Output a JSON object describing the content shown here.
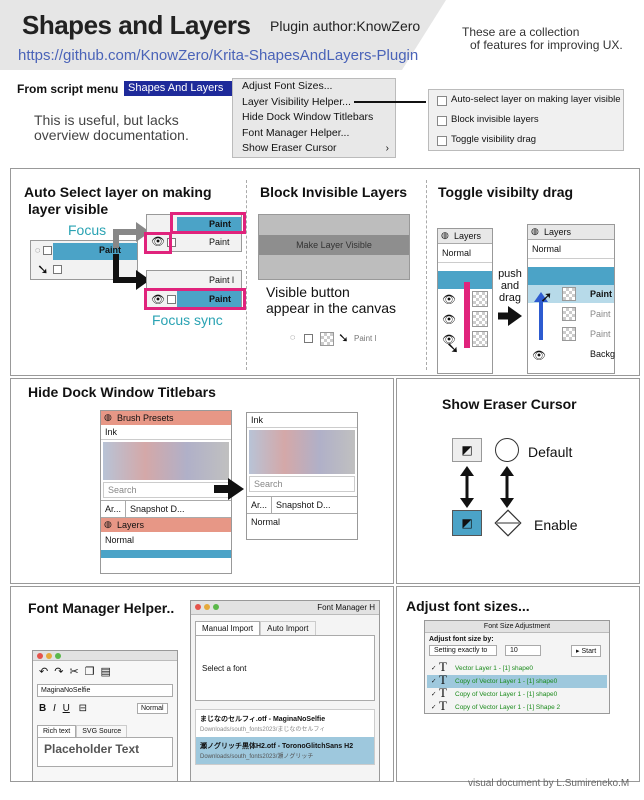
{
  "header": {
    "title": "Shapes and Layers",
    "author": "Plugin author:KnowZero",
    "url": "https://github.com/KnowZero/Krita-ShapesAndLayers-Plugin",
    "tagline_line1": "These are a collection",
    "tagline_line2": "of features for improving UX."
  },
  "menu": {
    "label": "From script menu",
    "button": "Shapes And Layers",
    "items": [
      "Adjust Font Sizes...",
      "Layer Visibility Helper...",
      "Hide Dock Window Titlebars",
      "Font Manager Helper...",
      "Show Eraser Cursor"
    ],
    "submenu": [
      "Auto-select layer on making layer visible",
      "Block invisible layers",
      "Toggle visibility drag"
    ],
    "note_line1": "This is useful, but lacks",
    "note_line2": "overview documentation."
  },
  "auto_select": {
    "title_line1": "Auto Select layer on making",
    "title_line2": "layer  visible",
    "focus": "Focus",
    "focus_sync": "Focus sync",
    "paint": "Paint",
    "paint_l": "Paint l"
  },
  "block": {
    "title": "Block Invisible Layers",
    "button": "Make Layer Visible",
    "caption_line1": "Visible button",
    "caption_line2": "appear  in  the canvas",
    "paint": "Paint l"
  },
  "toggle": {
    "title": "Toggle visibilty drag",
    "layers": "Layers",
    "normal": "Normal",
    "push_line1": "push",
    "push_line2": "and",
    "push_line3": "drag",
    "paint": "Paint",
    "backg": "Backg"
  },
  "hide_dock": {
    "title": "Hide Dock Window Titlebars",
    "brush_presets": "Brush Presets",
    "ink": "Ink",
    "search": "Search",
    "ar": "Ar...",
    "snapshot": "Snapshot D...",
    "layers": "Layers",
    "normal": "Normal"
  },
  "eraser": {
    "title": "Show Eraser Cursor",
    "default": "Default",
    "enable": "Enable"
  },
  "font_manager": {
    "title": "Font Manager Helper..",
    "window_title": "Font Manager H",
    "tab_manual": "Manual Import",
    "tab_auto": "Auto Import",
    "select_font": "Select a font",
    "font1": "まじなのセルフィ.otf - MaginaNoSelfie",
    "font1_path": "Downloads/south_fonts2023/まじなのセルフィ",
    "font2": "瀬ノグリッチ黒体H2.otf - ToronoGlitchSans H2",
    "font2_path": "Downloads/south_fonts2023/瀬ノグリッチ",
    "field_value": "MaginaNoSelfie",
    "normal": "Normal",
    "tab_rich": "Rich text",
    "tab_svg": "SVG Source",
    "placeholder": "Placeholder Text"
  },
  "adjust_font": {
    "title": "Adjust font sizes...",
    "window_title": "Font Size Adjustment",
    "label": "Adjust font size by:",
    "mode": "Setting exactly to",
    "value": "10",
    "start": "Start",
    "rows": [
      "Vector Layer 1 - [1] shape0",
      "Copy of Vector Layer 1 - [1] shape0",
      "Copy of Vector Layer 1 - [1] shape0",
      "Copy of Vector Layer 1 - [1] Shape 2"
    ]
  },
  "footer": "visual document by L.Sumireneko.M"
}
